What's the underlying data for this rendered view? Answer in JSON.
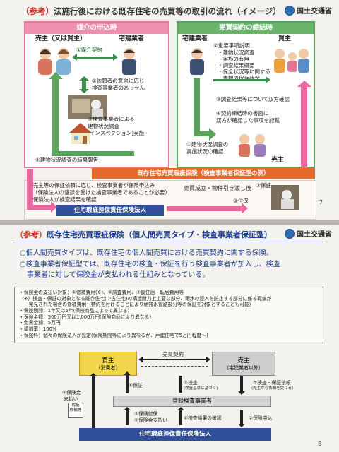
{
  "p1": {
    "title_prefix": "（参考）",
    "title_main": "法施行後における既存住宅の売買等の取引の流れ（イメージ）",
    "logo": "国土交通省",
    "left_header": "媒介の申込時",
    "right_header": "売買契約の締結時",
    "seller": "売主（又は買主）",
    "agent": "宅建業者",
    "step1": "①媒介契約",
    "step2_l1": "②依頼者の意向に応じ",
    "step2_l2": "検査事業者のあっせん",
    "step3_l1": "③検査事業者による",
    "step3_l2": "建物状況調査",
    "step3_l3": "(インスペクション)実施",
    "step4": "④建物状況調査の結果報告",
    "r_agent": "宅建業者",
    "r_buyer": "買主",
    "r_explain1": "②重要事項説明",
    "r_explain_items": [
      "・建物状況調査",
      "　実施の有無",
      "・調査結果概要",
      "・保全状況等に関する",
      "　書類の保存状況"
    ],
    "r_step3": "③調査結果等について双方確認",
    "r_step4_l1": "④契約締結時の書面に",
    "r_step4_l2": "双方が確認した事項を記載",
    "r_step1_l1": "①建物状況調査の",
    "r_step1_l2": "実施状況の確認",
    "r_seller": "売主",
    "ins_band": "既存住宅売買瑕疵保険（検査事業者保証型の例）",
    "ins_note1": "①売主等の保証依頼に応じ、検査事業者が保険申込み",
    "ins_note2": "（保険法人の登録を受けた検査事業者であることが必要）",
    "ins_note3": "②保険法人が検査結果を確認",
    "ins_corp": "住宅瑕疵担保責任保険法人",
    "ins_mid": "売買成立・物件引き渡し後",
    "ins_guarantee": "③保証",
    "ins_attach": "③付保",
    "page": "7"
  },
  "p2": {
    "title_prefix": "（参考）",
    "title_main": "既存住宅売買瑕疵保険（個人間売買タイプ・検査事業者保証型）",
    "logo": "国土交通省",
    "bullet1_l1": "○個人間売買タイプは、既存住宅の個人間売買における売買契約に関する保険。",
    "bullet2_l1": "○検査事業者保証型では、既存住宅の検査・保証を行う検査事業者が加入し、検査",
    "bullet2_l2": "　事業者に対して保険金が支払われる仕組みとなっている。",
    "info": [
      "・保険金の支払い対象：①修補費用(※)、②調査費用、③仮住居・転居費用等",
      "（※）検査・保証の対象となる既存住宅(中古住宅)の構造耐力上主要な部分、雨水の浸入を防止する部分に係る瑕疵が",
      "　　発見された場合の修補費用（特約を付けることにより給排水管路部分等の保証を対象とすることも可能）",
      "・保険期間：1年又は5年(保険商品によって異なる)",
      "・保険金額：500万円又は1,000万円(保険商品により異なる)",
      "・免責金額：5万円",
      "・填補率：100%",
      "・保険料：個々の保険法人が設定(保険期間等により異なるが、戸建住宅で5万円程度～)"
    ],
    "buyer": "買主",
    "buyer_sub": "（消費者）",
    "seller": "売主",
    "seller_sub": "（宅建業者以外）",
    "contract": "売買契約",
    "guarantee": "⑤保証",
    "inspection": "③検査",
    "inspection_sub": "(検査基準に基づく)",
    "req": "①検査・保証依頼",
    "req_sub": "(売主から依頼を受ける)",
    "registered": "登録検査事業者",
    "claim": "⑥保険金",
    "claim2": "支払い",
    "defect": "瑕疵",
    "defect_sub": "修補等",
    "attach_l1": "⑤保険付保",
    "attach_l2": "⑥保険金支払い",
    "confirm": "④検査結果の確認",
    "apply": "②保険申込",
    "corp": "住宅瑕疵担保責任保険法人",
    "page": "8"
  }
}
